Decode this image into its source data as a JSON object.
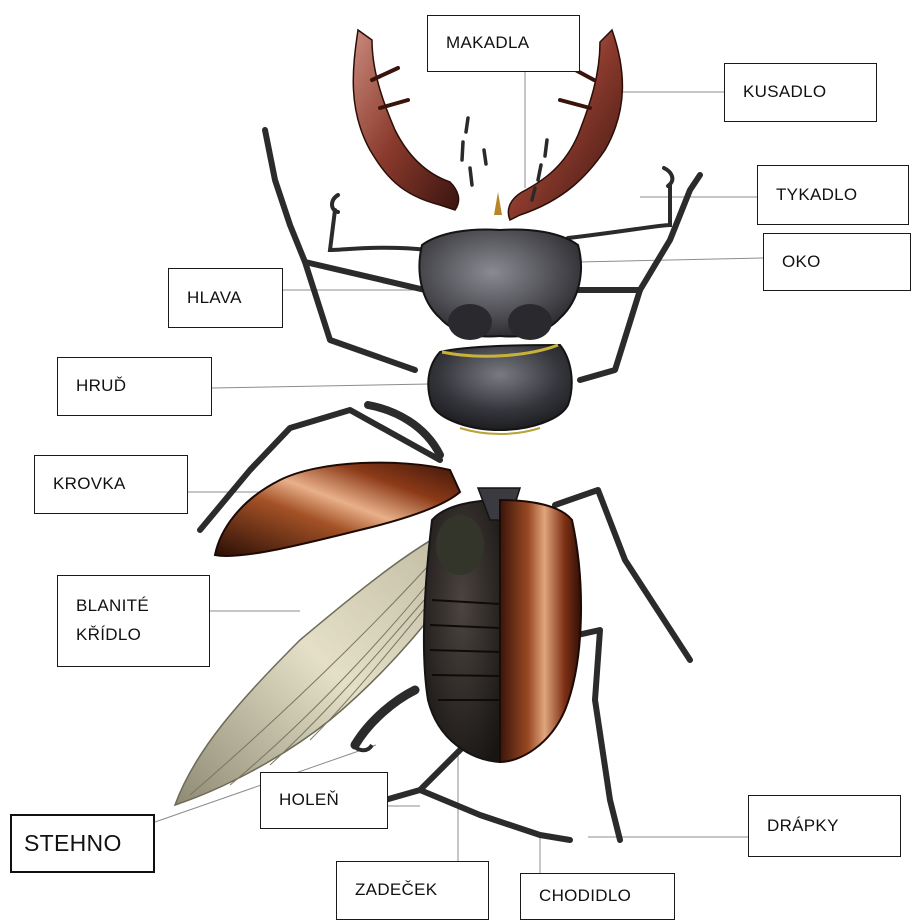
{
  "labels": {
    "makadla": "MAKADLA",
    "kusadlo": "KUSADLO",
    "tykadlo": "TYKADLO",
    "oko": "OKO",
    "hlava": "HLAVA",
    "hrud": "HRUĎ",
    "krovka": "KROVKA",
    "blanite_line1": "BLANITÉ",
    "blanite_line2": "KŘÍDLO",
    "holen": "HOLEŇ",
    "stehno": "STEHNO",
    "drapky": "DRÁPKY",
    "zadecek": "ZADEČEK",
    "chodidlo": "CHODIDLO"
  },
  "colors": {
    "mandible": "#7a2f22",
    "head": "#3e3e44",
    "thorax": "#2f3036",
    "elytron": "#8a3a1c",
    "elytron_highlight": "#d9a07a",
    "abdomen": "#2a2522",
    "wing": "#d8d2b8",
    "leg": "#2b2b2b",
    "leader_line": "#8c8c8c"
  }
}
